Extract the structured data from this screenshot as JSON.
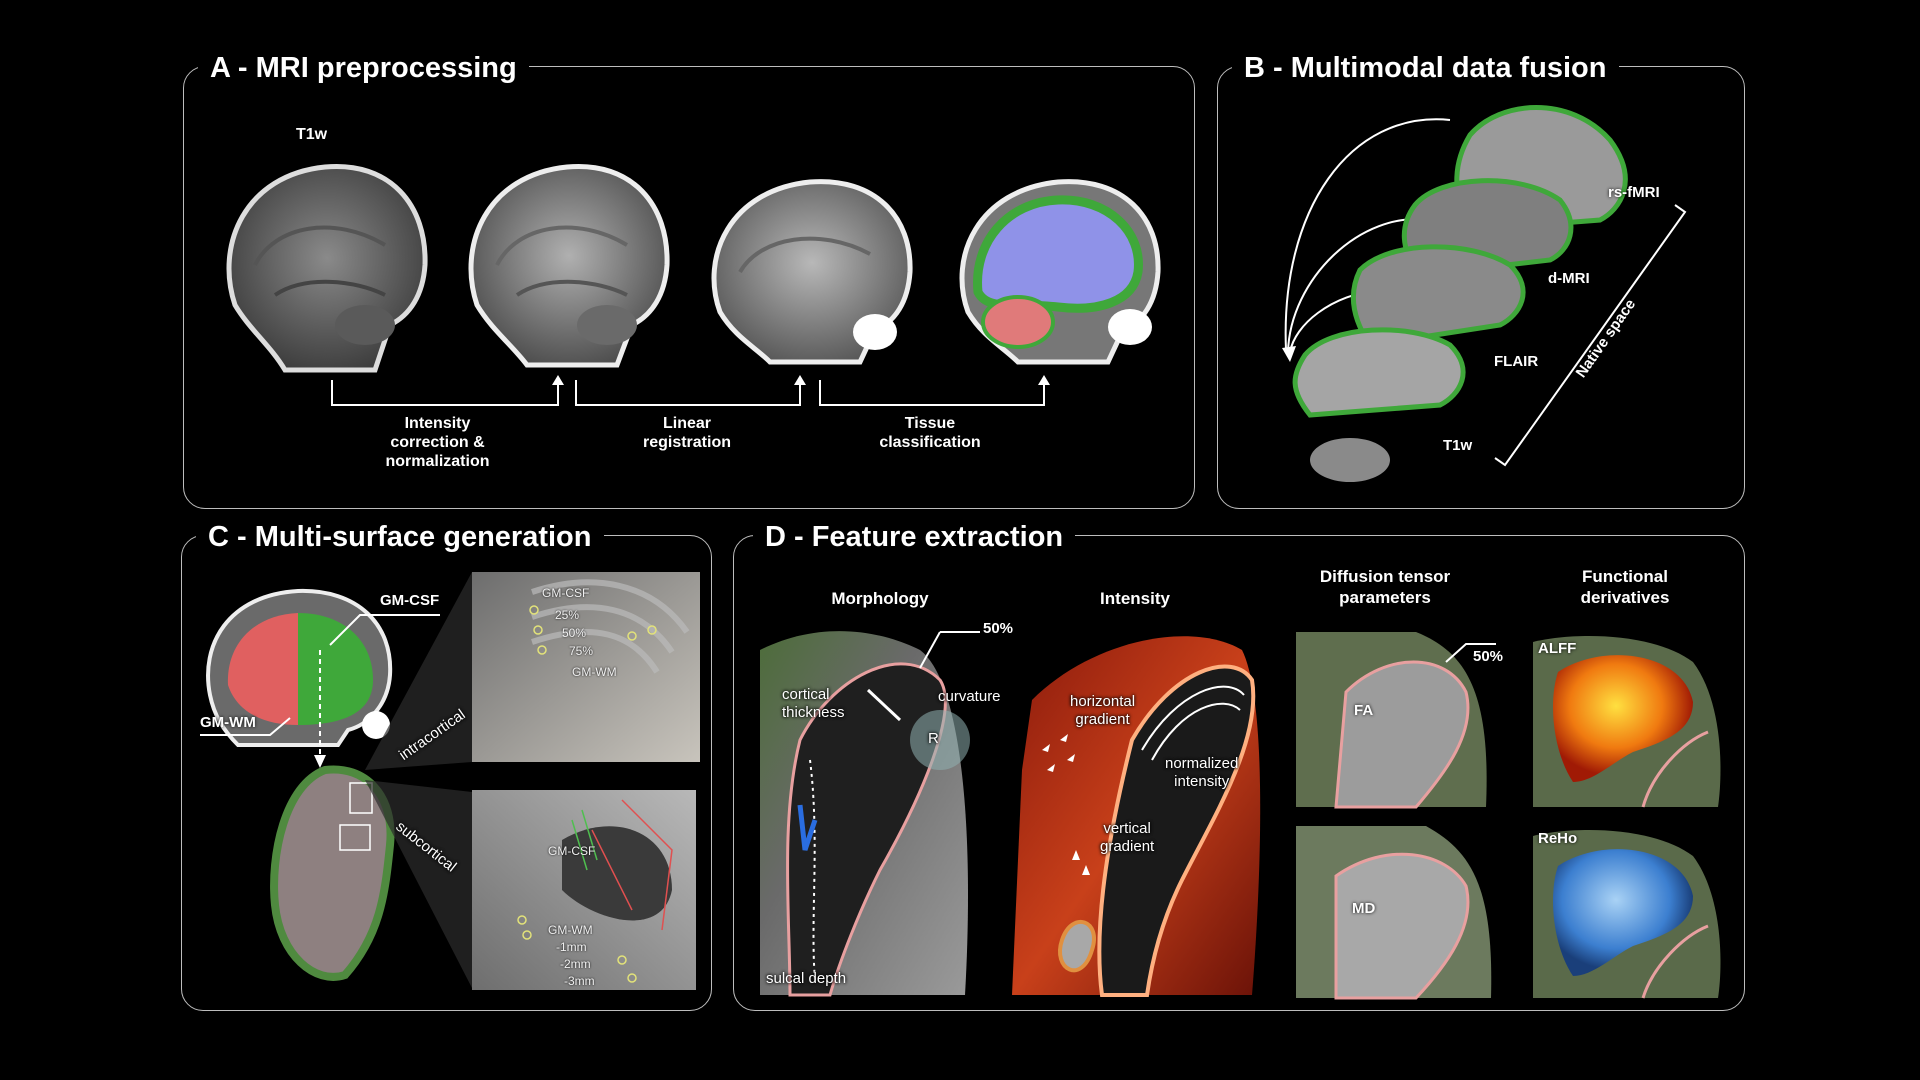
{
  "panel_a": {
    "title": "A - MRI preprocessing",
    "input_label": "T1w",
    "steps": [
      "Intensity\ncorrection &\nnormalization",
      "Linear\nregistration",
      "Tissue\nclassification"
    ]
  },
  "panel_b": {
    "title": "B - Multimodal data fusion",
    "modalities": [
      "rs-fMRI",
      "d-MRI",
      "FLAIR",
      "T1w"
    ],
    "space_label": "Native space"
  },
  "panel_c": {
    "title": "C - Multi-surface generation",
    "gm_csf": "GM-CSF",
    "gm_wm": "GM-WM",
    "intracortical": "intracortical",
    "subcortical": "subcortical",
    "intra_labels": [
      "GM-CSF",
      "25%",
      "50%",
      "75%",
      "GM-WM"
    ],
    "sub_labels": [
      "GM-CSF",
      "GM-WM",
      "-1mm",
      "-2mm",
      "-3mm"
    ]
  },
  "panel_d": {
    "title": "D - Feature extraction",
    "headers": [
      "Morphology",
      "Intensity",
      "Diffusion tensor\nparameters",
      "Functional\nderivatives"
    ],
    "morph": {
      "pct": "50%",
      "thickness": "cortical\nthickness",
      "curvature": "curvature",
      "r": "R",
      "sulcal": "sulcal depth"
    },
    "intensity": {
      "horizontal": "horizontal\ngradient",
      "normalized": "normalized\nintensity",
      "vertical": "vertical\ngradient"
    },
    "dti": {
      "pct": "50%",
      "fa": "FA",
      "md": "MD"
    },
    "func": {
      "alff": "ALFF",
      "reho": "ReHo"
    }
  },
  "colors": {
    "outline": "#bdbdbd",
    "gm_green": "#3fa83a",
    "wm_blue": "#8f92e8",
    "cerebellum_red": "#e07a7a",
    "gm_red": "#e06060"
  }
}
